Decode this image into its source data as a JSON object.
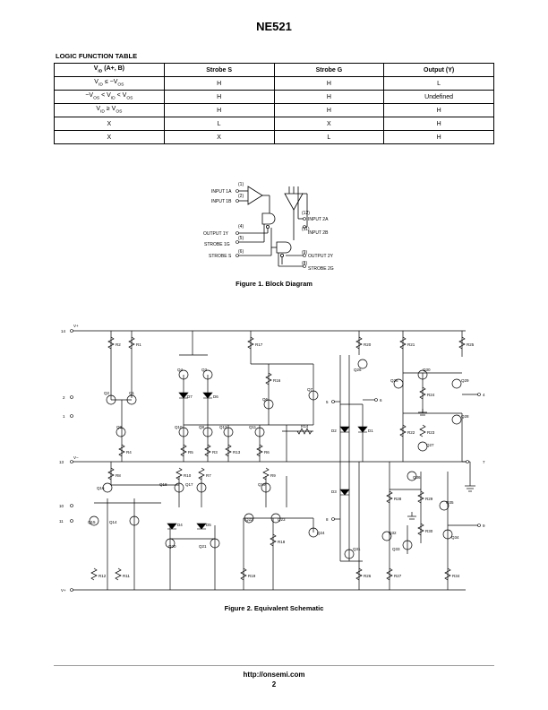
{
  "page_title": "NE521",
  "table_heading": "LOGIC FUNCTION TABLE",
  "table": {
    "headers": [
      "V_ID (A+, B)",
      "Strobe S",
      "Strobe G",
      "Output (Y)"
    ],
    "rows": [
      [
        "V_ID ≤ −V_OS",
        "H",
        "H",
        "L"
      ],
      [
        "−V_OS < V_ID < V_OS",
        "H",
        "H",
        "Undefined"
      ],
      [
        "V_ID ≥ V_OS",
        "H",
        "H",
        "H"
      ],
      [
        "X",
        "L",
        "X",
        "H"
      ],
      [
        "X",
        "X",
        "L",
        "H"
      ]
    ]
  },
  "block_diagram": {
    "labels": {
      "input_1a": "INPUT 1A",
      "input_1b": "INPUT 1B",
      "output_1y": "OUTPUT 1Y",
      "strobe_1g": "STROBE 1G",
      "strobe_s": "STROBE S",
      "input_2a": "INPUT 2A",
      "input_2b": "INPUT 2B",
      "output_2y": "OUTPUT 2Y",
      "strobe_2g": "STROBE 2G"
    },
    "pins": {
      "p1": "(1)",
      "p2": "(2)",
      "p4": "(4)",
      "p5": "(5)",
      "p6": "(6)",
      "p12": "(12)",
      "p11": "(11)",
      "p9": "(9)",
      "p8": "(8)"
    }
  },
  "figure1_caption": "Figure 1. Block Diagram",
  "schematic": {
    "resistors": [
      "R2",
      "R1",
      "R17",
      "R20",
      "R21",
      "R25",
      "R16",
      "R24",
      "R14",
      "R22",
      "R23",
      "R4",
      "R5",
      "R3",
      "R13",
      "R6",
      "R8",
      "R10",
      "R7",
      "R9",
      "R28",
      "R29",
      "R30",
      "R18",
      "R12",
      "R11",
      "R19",
      "R26",
      "R27",
      "R34"
    ],
    "transistors": [
      "Q4",
      "Q3",
      "Q2",
      "Q1",
      "Q6",
      "Q7",
      "Q25",
      "Q26",
      "Q30",
      "Q29",
      "Q28",
      "Q27",
      "Q9",
      "Q10",
      "Q8",
      "Q13",
      "Q11",
      "Q16",
      "Q18",
      "Q17",
      "Q19",
      "Q36",
      "Q35",
      "Q15",
      "Q14",
      "Q22",
      "Q23",
      "Q24",
      "Q20",
      "Q21",
      "Q32",
      "Q33",
      "Q34",
      "Q31"
    ],
    "diodes": [
      "D7",
      "D6",
      "D2",
      "D1",
      "D3",
      "D4",
      "D5"
    ],
    "pins": [
      "14",
      "2",
      "1",
      "13",
      "10",
      "11",
      "4",
      "7",
      "5",
      "6",
      "8",
      "9"
    ],
    "rails": {
      "vplus": "V+",
      "vminus": "V−"
    }
  },
  "figure2_caption": "Figure 2. Equivalent Schematic",
  "footer": {
    "url": "http://onsemi.com",
    "page": "2"
  }
}
